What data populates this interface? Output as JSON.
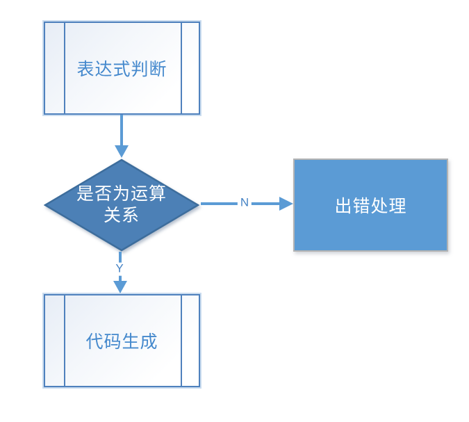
{
  "flowchart": {
    "nodes": {
      "expression_judgment": {
        "label": "表达式判断",
        "shape": "predefined-process"
      },
      "operation_relation_decision": {
        "label": "是否为运算关系",
        "shape": "decision"
      },
      "error_handling": {
        "label": "出错处理",
        "shape": "process"
      },
      "code_generation": {
        "label": "代码生成",
        "shape": "predefined-process"
      }
    },
    "edges": {
      "expr_to_decision": {
        "from": "expression_judgment",
        "to": "operation_relation_decision",
        "label": ""
      },
      "no_branch": {
        "from": "operation_relation_decision",
        "to": "error_handling",
        "label": "N"
      },
      "yes_branch": {
        "from": "operation_relation_decision",
        "to": "code_generation",
        "label": "Y"
      }
    },
    "colors": {
      "connector": "#5B9BD5",
      "process_border": "#4F81BD",
      "process_text": "#4589CD",
      "decision_fill": "#4C80B6",
      "decision_border": "#3D6D9C",
      "decision_text": "#FFFFFF",
      "error_fill": "#5B9BD5",
      "error_border": "#B3B3B3",
      "error_text": "#FFFFFF",
      "branch_label_text": "#4683C4"
    }
  }
}
